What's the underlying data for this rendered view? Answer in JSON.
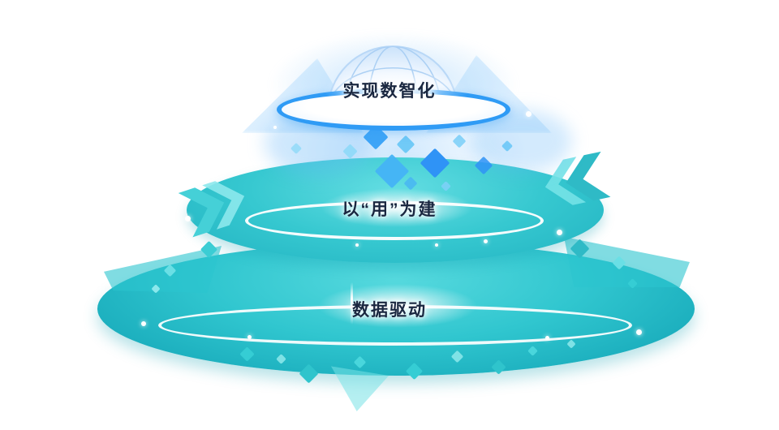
{
  "diagram": {
    "type": "layered-platform",
    "tiers": [
      {
        "id": "top",
        "label": "实现数智化"
      },
      {
        "id": "middle",
        "label": "以“用”为建"
      },
      {
        "id": "bottom",
        "label": "数据驱动"
      }
    ],
    "colors": {
      "teal_primary": "#2fc4cc",
      "teal_light": "#7fe2e6",
      "teal_dark": "#17a3b4",
      "blue_primary": "#2f93f6",
      "blue_light": "#8ed9f8",
      "ring_blue": "#2f9bf5",
      "label_text": "#1a2740",
      "background": "#ffffff"
    },
    "icons": [
      {
        "name": "globe-dome-icon"
      },
      {
        "name": "chevron-arrows-left-icon"
      },
      {
        "name": "chevron-arrows-right-icon"
      }
    ]
  }
}
